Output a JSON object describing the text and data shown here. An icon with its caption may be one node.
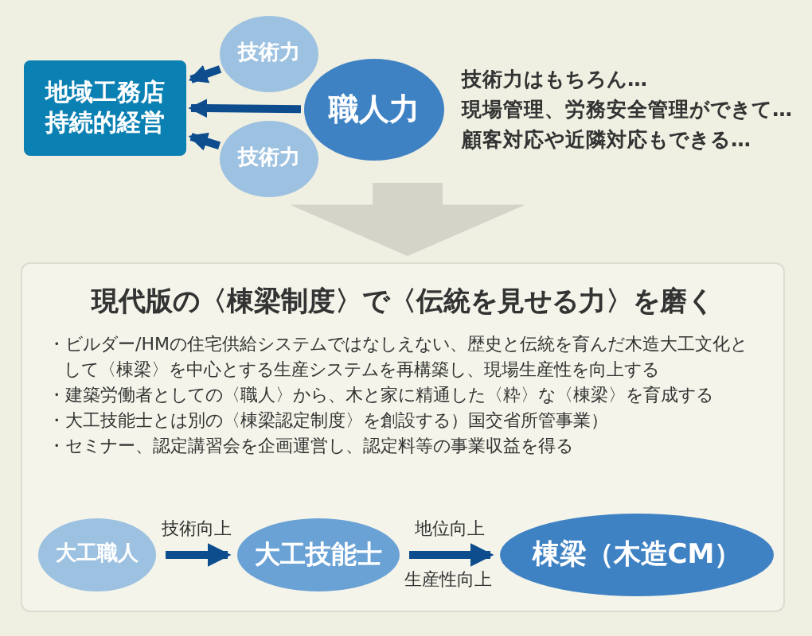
{
  "diagram": {
    "nodes": [
      {
        "text": [
          "地域工務店持続的経営"
        ]
      },
      {
        "text": [
          "技術力"
        ]
      },
      {
        "text": [
          "職人力"
        ],
        "beside": [
          "技術力はもちろん…",
          "現場管理、労務安全管理ができて…",
          "顧客対応や近隣対応もできる…"
        ]
      },
      {
        "text": [
          "技術力"
        ]
      },
      {
        "text": [
          "現代版の〈棟梁制度〉で〈伝統を見せる力〉を磨く",
          "・ビルダー/HMの住宅供給システムではなしえない、歴史と伝統を育んだ木造大工文化として〈棟梁〉を中心とする生産システムを再構築し、現場生産性を向上する",
          "・建築労働者としての〈職人〉から、木と家に精通した〈粋〉な〈棟梁〉を育成する",
          "・大工技能士とは別の〈棟梁認定制度〉を創設する）国交省所管事業）",
          "・セミナー、認定講習会を企画運営し、認定料等の事業収益を得る"
        ]
      },
      {
        "text": [
          "大工職人"
        ],
        "in": 4
      },
      {
        "text": [
          "大工技能士"
        ],
        "in": 4
      },
      {
        "text": [
          "棟梁（木造CM）"
        ],
        "in": 4
      }
    ],
    "edges": [
      {
        "from": 1,
        "to": 0,
        "arrow": "to"
      },
      {
        "from": 2,
        "to": 0,
        "arrow": "to"
      },
      {
        "from": 3,
        "to": 0,
        "arrow": "to"
      },
      {
        "from": null,
        "to": 4,
        "arrow": "to",
        "style": "thick",
        "color": "#d4d4c8"
      },
      {
        "from": 5,
        "to": 6,
        "arrow": "to",
        "label": "技術向上"
      },
      {
        "from": 6,
        "to": 7,
        "arrow": "to",
        "label": "地位向上"
      }
    ],
    "labels": [
      "生産性向上"
    ]
  }
}
